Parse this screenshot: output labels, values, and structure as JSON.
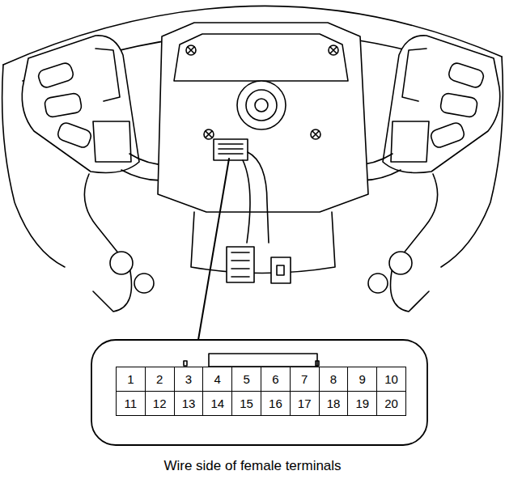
{
  "diagram": {
    "caption": "Wire side of female terminals",
    "nodes": [
      {
        "text": [
          "1"
        ]
      },
      {
        "text": [
          "2"
        ]
      },
      {
        "text": [
          "3"
        ]
      },
      {
        "text": [
          "4"
        ]
      },
      {
        "text": [
          "5"
        ]
      },
      {
        "text": [
          "6"
        ]
      },
      {
        "text": [
          "7"
        ]
      },
      {
        "text": [
          "8"
        ]
      },
      {
        "text": [
          "9"
        ]
      },
      {
        "text": [
          "10"
        ]
      },
      {
        "text": [
          "11"
        ]
      },
      {
        "text": [
          "12"
        ]
      },
      {
        "text": [
          "13"
        ]
      },
      {
        "text": [
          "14"
        ]
      },
      {
        "text": [
          "15"
        ]
      },
      {
        "text": [
          "16"
        ]
      },
      {
        "text": [
          "17"
        ]
      },
      {
        "text": [
          "18"
        ]
      },
      {
        "text": [
          "19"
        ]
      },
      {
        "text": [
          "20"
        ]
      }
    ],
    "edges": []
  }
}
